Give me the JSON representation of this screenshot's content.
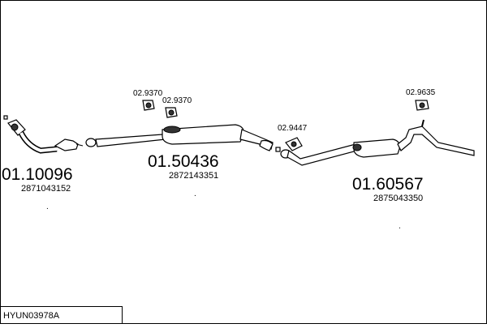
{
  "diagram": {
    "code": "HYUN03978A",
    "parts": [
      {
        "number": "01.10096",
        "ref": "2871043152"
      },
      {
        "number": "01.50436",
        "ref": "2872143351"
      },
      {
        "number": "01.60567",
        "ref": "2875043350"
      }
    ],
    "hangers": [
      "02.9370",
      "02.9370",
      "02.9447",
      "02.9635"
    ]
  }
}
